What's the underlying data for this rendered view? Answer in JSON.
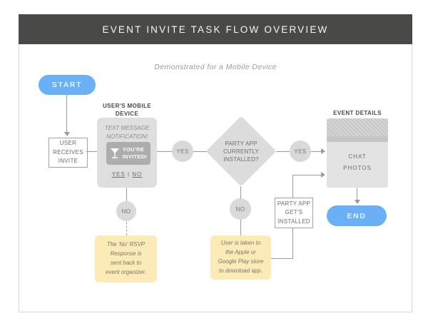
{
  "title_bar": {
    "title": "EVENT INVITE TASK FLOW OVERVIEW"
  },
  "subtitle": "Demonstrated for a Mobile Device",
  "colors": {
    "title_bar_bg": "#494947",
    "accent_blue": "#6ab0f7",
    "shape_gray": "#dedede",
    "banner_gray": "#adadad",
    "note_yellow": "#fceab7",
    "line_gray": "#9b9b9b"
  },
  "flow": {
    "start_label": "START",
    "user_receives_invite": "USER\nRECEIVES\nINVITE",
    "users_mobile_device_label": "USER'S MOBILE\nDEVICE",
    "text_message_notification": "TEXT MESSAGE\nNOTIFICATION!",
    "youre_invited": "YOU'RE\nINVITED!",
    "yes_option": "YES",
    "option_separator": "|",
    "no_option": "NO",
    "yes_after_phone": "YES",
    "party_app_question": "PARTY APP\nCURRENTLY\nINSTALLED?",
    "yes_after_diamond": "YES",
    "no_below_phone": "NO",
    "no_below_diamond": "NO",
    "party_app_installed_box": "PARTY APP\nGET'S\nINSTALLED",
    "event_details_label": "EVENT DETAILS",
    "chat_label": "CHAT",
    "photos_label": "PHOTOS",
    "end_label": "END",
    "note_rsvp": "The 'No' RSVP\nResponse is\nsent back to\nevent organizer.",
    "note_store": "User is taken to\nthe Apple or\nGoogle Play store\nto download app."
  }
}
